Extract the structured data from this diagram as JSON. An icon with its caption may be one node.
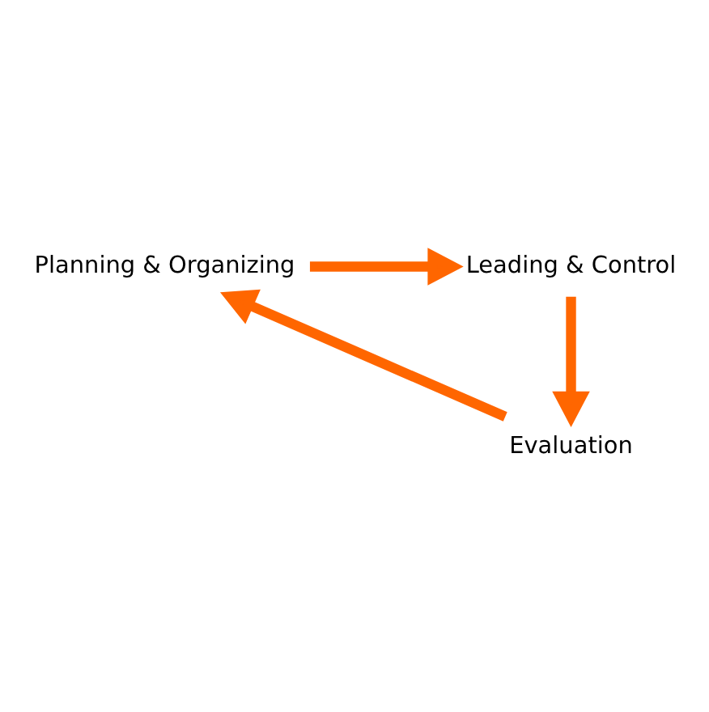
{
  "diagram": {
    "nodes": [
      {
        "text": [
          "Planning & Organizing"
        ]
      },
      {
        "text": [
          "Leading & Control"
        ]
      },
      {
        "text": [
          "Evaluation"
        ]
      }
    ],
    "edges": [
      {
        "from": 0,
        "to": 1,
        "arrow": "to"
      },
      {
        "from": 1,
        "to": 2,
        "arrow": "to"
      },
      {
        "from": 2,
        "to": 0,
        "arrow": "to"
      }
    ]
  }
}
